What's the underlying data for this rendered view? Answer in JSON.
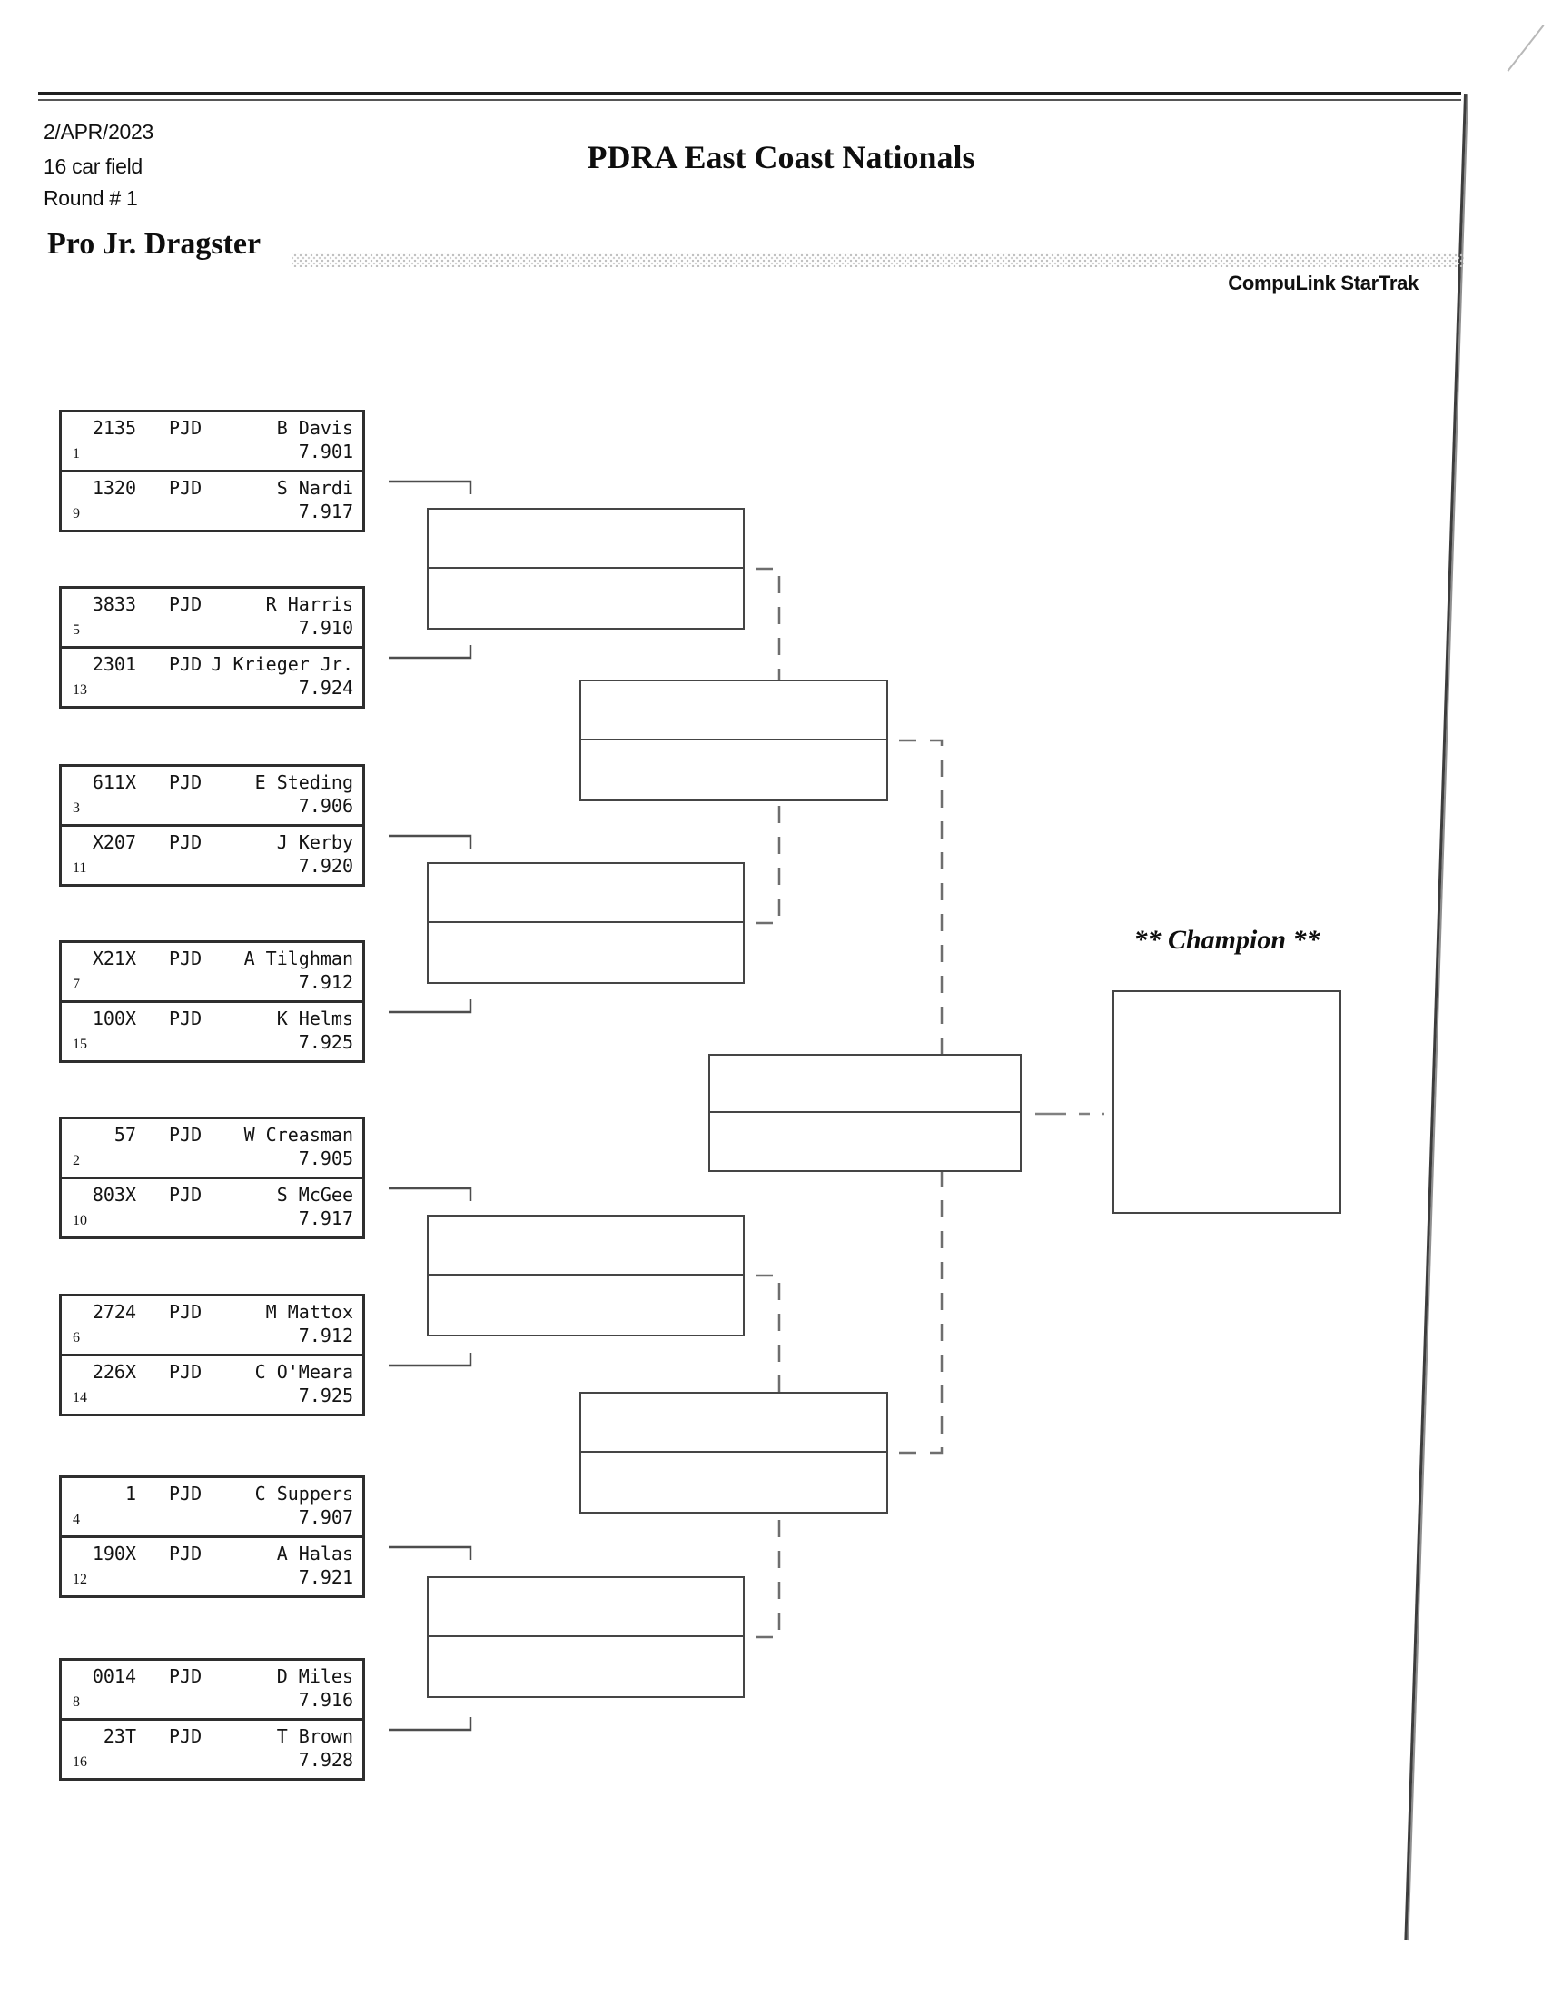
{
  "header": {
    "date": "2/APR/2023",
    "field": "16 car field",
    "round": "Round # 1",
    "title": "PDRA East Coast Nationals",
    "category": "Pro Jr. Dragster",
    "brand": "CompuLink StarTrak"
  },
  "champion": {
    "label": "** Champion **"
  },
  "colors": {
    "box_line": "#2e2e2e",
    "solid_connector": "#4d4d4d",
    "dashed_connector": "#6e6e6e",
    "hatch": "#c6c6c6"
  },
  "bracket": {
    "round1": [
      {
        "seed": "1",
        "car": "2135",
        "cls": "PJD",
        "driver": "B Davis",
        "time": "7.901"
      },
      {
        "seed": "9",
        "car": "1320",
        "cls": "PJD",
        "driver": "S Nardi",
        "time": "7.917"
      },
      {
        "seed": "5",
        "car": "3833",
        "cls": "PJD",
        "driver": "R Harris",
        "time": "7.910"
      },
      {
        "seed": "13",
        "car": "2301",
        "cls": "PJD",
        "driver": "J Krieger Jr.",
        "time": "7.924"
      },
      {
        "seed": "3",
        "car": "611X",
        "cls": "PJD",
        "driver": "E Steding",
        "time": "7.906"
      },
      {
        "seed": "11",
        "car": "X207",
        "cls": "PJD",
        "driver": "J Kerby",
        "time": "7.920"
      },
      {
        "seed": "7",
        "car": "X21X",
        "cls": "PJD",
        "driver": "A Tilghman",
        "time": "7.912"
      },
      {
        "seed": "15",
        "car": "100X",
        "cls": "PJD",
        "driver": "K Helms",
        "time": "7.925"
      },
      {
        "seed": "2",
        "car": "57",
        "cls": "PJD",
        "driver": "W Creasman",
        "time": "7.905"
      },
      {
        "seed": "10",
        "car": "803X",
        "cls": "PJD",
        "driver": "S McGee",
        "time": "7.917"
      },
      {
        "seed": "6",
        "car": "2724",
        "cls": "PJD",
        "driver": "M Mattox",
        "time": "7.912"
      },
      {
        "seed": "14",
        "car": "226X",
        "cls": "PJD",
        "driver": "C O'Meara",
        "time": "7.925"
      },
      {
        "seed": "4",
        "car": "1",
        "cls": "PJD",
        "driver": "C Suppers",
        "time": "7.907"
      },
      {
        "seed": "12",
        "car": "190X",
        "cls": "PJD",
        "driver": "A Halas",
        "time": "7.921"
      },
      {
        "seed": "8",
        "car": "0014",
        "cls": "PJD",
        "driver": "D Miles",
        "time": "7.916"
      },
      {
        "seed": "16",
        "car": "23T",
        "cls": "PJD",
        "driver": "T Brown",
        "time": "7.928"
      }
    ]
  }
}
